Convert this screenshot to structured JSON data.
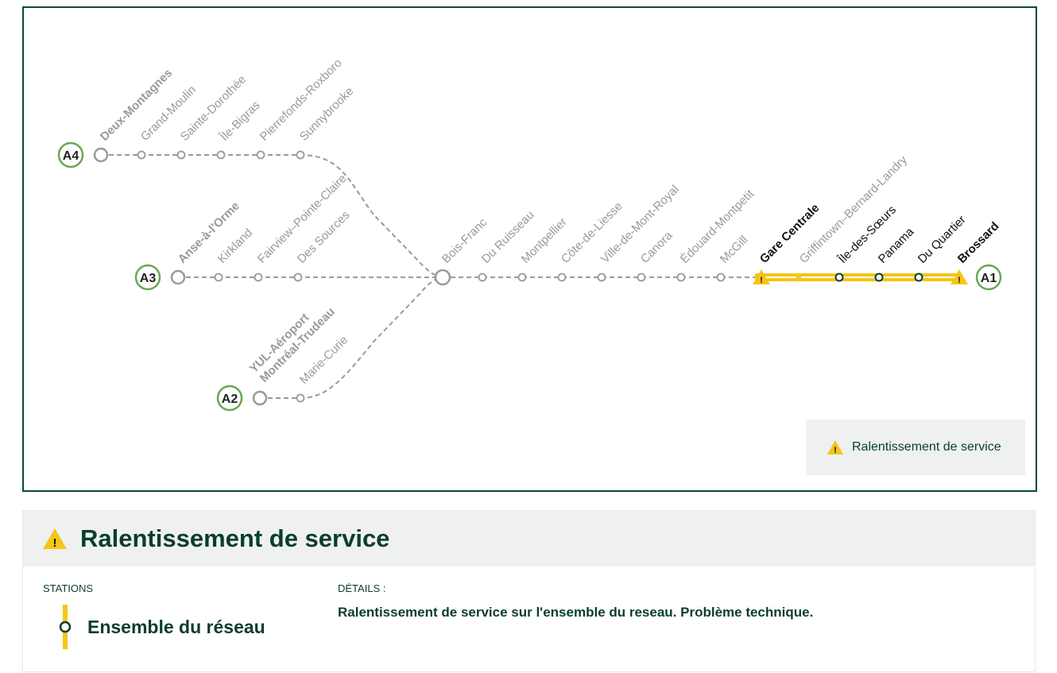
{
  "map": {
    "branches": [
      {
        "code": "A4",
        "terminus": "Deux-Montagnes",
        "stations": [
          "Grand-Moulin",
          "Sainte-Dorothée",
          "Île-Bigras",
          "Pierrefonds-Roxboro",
          "Sunnybrooke"
        ]
      },
      {
        "code": "A3",
        "terminus": "Anse-à-l'Orme",
        "stations": [
          "Kirkland",
          "Fairview–Pointe-Claire",
          "Des Sources"
        ]
      },
      {
        "code": "A2",
        "terminus_line1": "YUL-Aéroport",
        "terminus_line2": "Montréal-Trudeau",
        "stations": [
          "Marie-Curie"
        ]
      }
    ],
    "trunk": {
      "code": "A1",
      "junction": "Bois-Franc",
      "stations": [
        "Du Ruisseau",
        "Montpellier",
        "Côte-de-Liesse",
        "Ville-de-Mont-Royal",
        "Canora",
        "Édouard-Montpetit",
        "McGill"
      ],
      "affected_segment": {
        "from": "Gare Centrale",
        "stations": [
          "Griffintown–Bernard-Landry",
          "Île-des-Sœurs",
          "Panama",
          "Du Quartier"
        ],
        "to": "Brossard"
      }
    },
    "legend": {
      "label": "Ralentissement de service",
      "icon": "warning-icon"
    }
  },
  "alert": {
    "title": "Ralentissement de service",
    "icon": "warning-icon",
    "stations_header": "STATIONS",
    "details_header": "DÉTAILS :",
    "scope": "Ensemble du réseau",
    "details": "Ralentissement de service sur l'ensemble du reseau. Problème technique."
  },
  "colors": {
    "brand_green": "#0b4a33",
    "terminus_ring": "#6aa84f",
    "alert_yellow": "#f5c518",
    "inactive_gray": "#9a9a9a"
  }
}
